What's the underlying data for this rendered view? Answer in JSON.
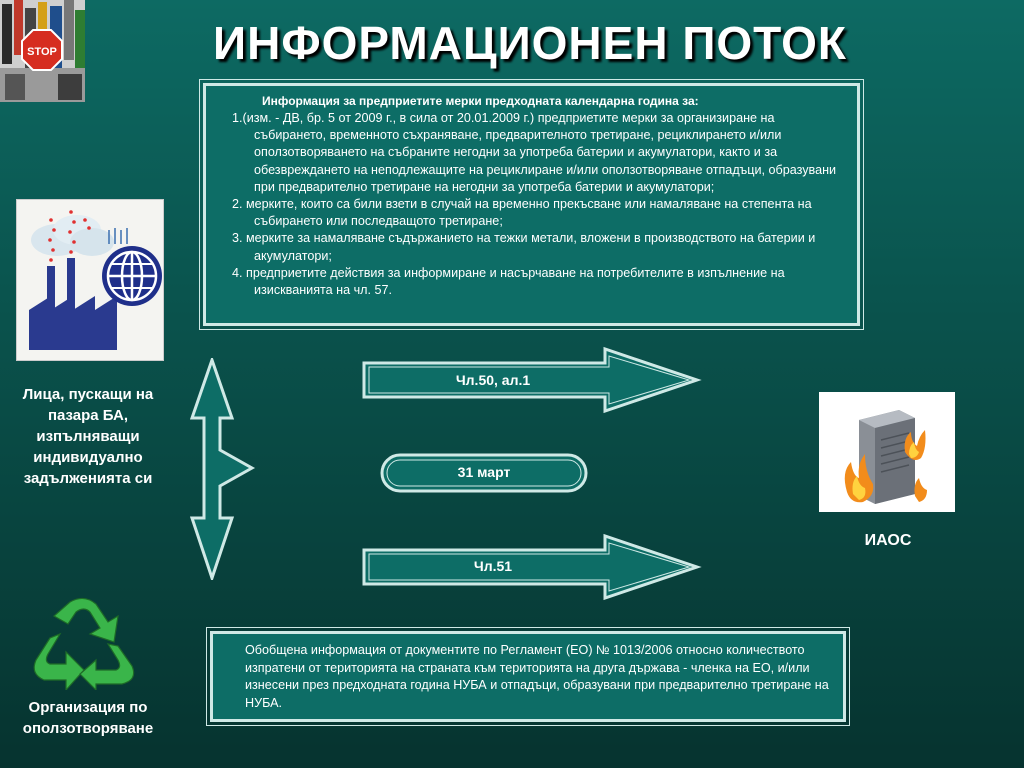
{
  "title": "ИНФОРМАЦИОНЕН ПОТОК",
  "top_box": {
    "header": "Информация за предприетите мерки предходната календарна година за:",
    "items": [
      "1.(изм. - ДВ, бр. 5 от 2009 г., в сила от 20.01.2009 г.) предприетите мерки за организиране на събирането, временното съхраняване, предварителното третиране, рециклирането и/или оползотворяването на събраните негодни за употреба батерии и акумулатори, както и за обезвреждането на неподлежащите на рециклиране и/или оползотворяване отпадъци, образувани при предварително третиране на негодни за употреба батерии и акумулатори;",
      "2. мерките, които са били взети в случай на временно прекъсване или намаляване на степента на събирането или последващото третиране;",
      "3. мерките за намаляване съдържанието на тежки метали, вложени в производството на батерии и акумулатори;",
      "4. предприетите действия за информиране и насърчаване на потребителите в изпълнение на изискванията на чл. 57."
    ]
  },
  "bottom_box": {
    "text": "Обобщена информация от документите по Регламент (ЕО) № 1013/2006 относно количеството изпратени от територията на страната към територията на друга държава - членка на ЕО, и/или изнесени през предходната година НУБА и отпадъци, образувани при предварително третиране на НУБА."
  },
  "left_label": "Лица, пускащи на пазара БА, изпълняващи индивидуално задълженията си",
  "org_label": "Организация по оползотворяване",
  "iaos_label": "ИАОС",
  "arrows": {
    "top": "Чл.50, ал.1",
    "middle": "31 март",
    "bottom": "Чл.51"
  },
  "images": {
    "stop_sign_text": "STOP",
    "icons": [
      "stop-sign-batteries-icon",
      "factory-globe-icon",
      "recycle-icon",
      "burning-server-icon"
    ]
  },
  "colors": {
    "background": "#0a534d",
    "box_fill": "#0d6d66",
    "frame": "#cfe9e6",
    "recycle_green": "#3ab54a"
  }
}
